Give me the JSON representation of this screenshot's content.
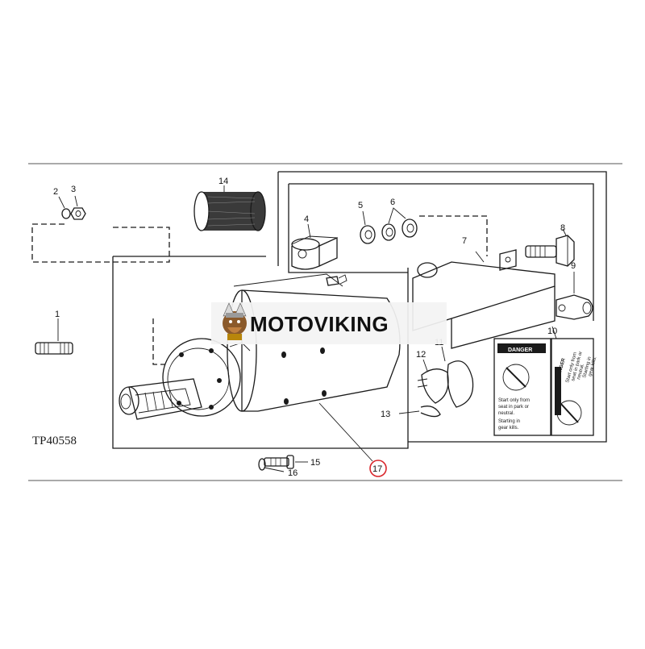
{
  "figure_id": "TP40558",
  "watermark": "MOTOVIKING",
  "callouts": [
    {
      "id": "c1",
      "text": "1"
    },
    {
      "id": "c2",
      "text": "2"
    },
    {
      "id": "c3",
      "text": "3"
    },
    {
      "id": "c4",
      "text": "4"
    },
    {
      "id": "c5",
      "text": "5"
    },
    {
      "id": "c6",
      "text": "6"
    },
    {
      "id": "c7",
      "text": "7"
    },
    {
      "id": "c8",
      "text": "8"
    },
    {
      "id": "c9",
      "text": "9"
    },
    {
      "id": "c10",
      "text": "10"
    },
    {
      "id": "c11",
      "text": "11"
    },
    {
      "id": "c12",
      "text": "12"
    },
    {
      "id": "c13",
      "text": "13"
    },
    {
      "id": "c14",
      "text": "14"
    },
    {
      "id": "c15",
      "text": "15"
    },
    {
      "id": "c16",
      "text": "16"
    },
    {
      "id": "c17",
      "text": "17"
    }
  ],
  "highlight_callout": "17",
  "highlight_color": "#d9262b",
  "decal_left": {
    "header": "DANGER",
    "text": [
      "Start only from",
      "seat in park or",
      "neutral.",
      "Starting in",
      "gear kills."
    ]
  },
  "decal_right": {
    "header": "DANGER",
    "text": [
      "Start only from",
      "seat in park or",
      "neutral.",
      "Starting in",
      "gear kills."
    ]
  }
}
